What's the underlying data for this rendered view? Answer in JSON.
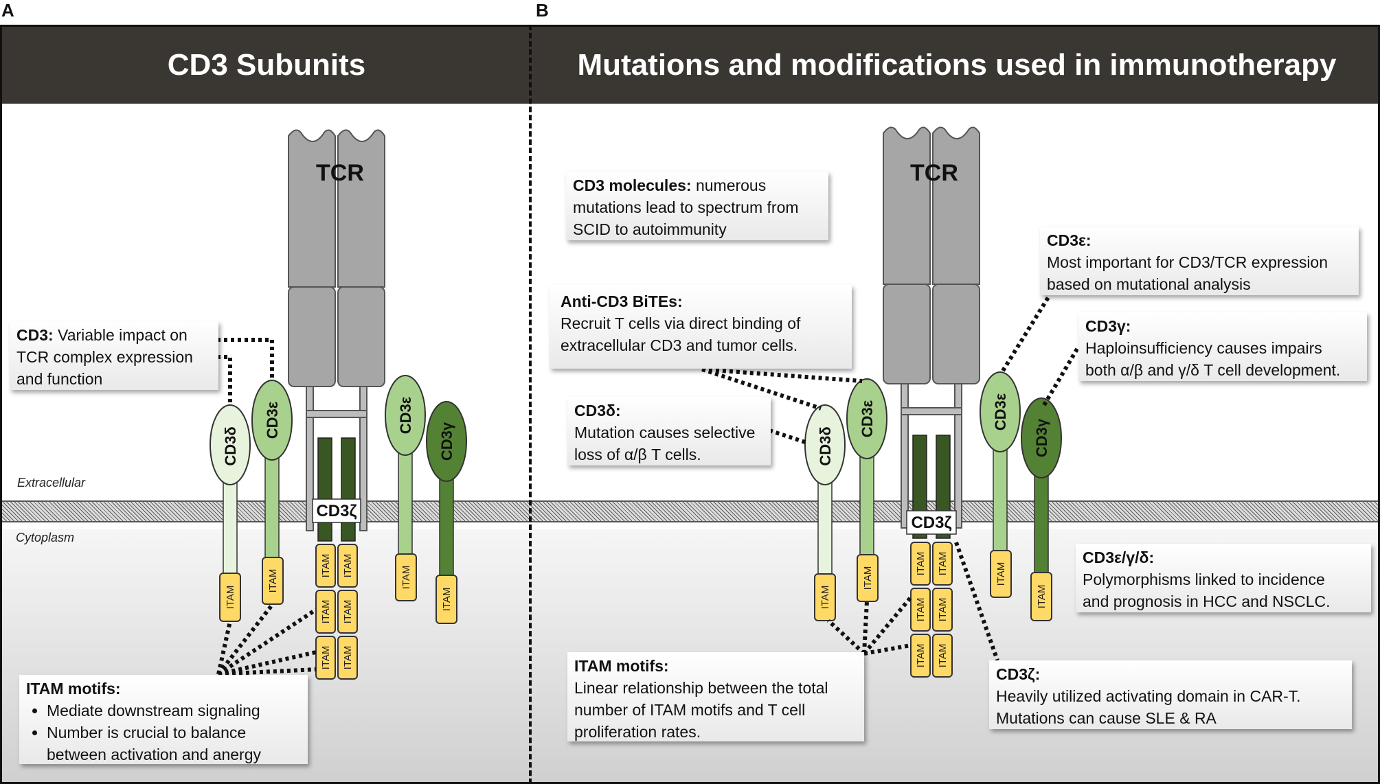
{
  "panels": {
    "a_letter": "A",
    "b_letter": "B",
    "a_title": "CD3 Subunits",
    "b_title": "Mutations and modifications used in immunotherapy"
  },
  "regions": {
    "extracellular": "Extracellular",
    "cytoplasm": "Cytoplasm"
  },
  "labels": {
    "tcr": "TCR",
    "cd3_delta": "CD3δ",
    "cd3_epsilon": "CD3ε",
    "cd3_gamma": "CD3γ",
    "cd3_zeta": "CD3ζ",
    "itam": "ITAM"
  },
  "panel_a": {
    "cd3_box": {
      "title": "CD3:",
      "text_1": " Variable impact on",
      "text_2": "TCR complex expression",
      "text_3": "and function"
    },
    "itam_box": {
      "title": "ITAM motifs:",
      "bullet_1": "Mediate downstream  signaling",
      "bullet_2": "Number is crucial to balance between activation and anergy"
    }
  },
  "panel_b": {
    "molecules_box": {
      "title": "CD3 molecules:",
      "text_1": " numerous",
      "text_2": "mutations lead to spectrum from",
      "text_3": "SCID to autoimmunity"
    },
    "bites_box": {
      "title": "Anti-CD3 BiTEs:",
      "text_1": "Recruit T cells via direct binding of",
      "text_2": "extracellular CD3 and tumor cells."
    },
    "delta_box": {
      "title": "CD3δ:",
      "text_1": "Mutation causes selective",
      "text_2": "loss of α/β T cells."
    },
    "itam_box": {
      "title": "ITAM motifs:",
      "text_1": "Linear relationship between the total",
      "text_2": "number of ITAM motifs and T cell",
      "text_3": "proliferation rates."
    },
    "epsilon_box": {
      "title": "CD3ε:",
      "text_1": "Most important for CD3/TCR expression",
      "text_2": "based on mutational analysis"
    },
    "gamma_box": {
      "title": "CD3γ:",
      "text_1": "Haploinsufficiency causes impairs",
      "text_2": "both α/β and γ/δ T cell development."
    },
    "egd_box": {
      "title": "CD3ε/γ/δ:",
      "text_1": "Polymorphisms linked to incidence",
      "text_2": "and prognosis in HCC and NSCLC."
    },
    "zeta_box": {
      "title": "CD3ζ:",
      "text_1": "Heavily utilized activating domain in CAR-T.",
      "text_2": "Mutations can cause SLE & RA"
    }
  },
  "colors": {
    "header": "#3a3733",
    "delta_fill": "#e8f3de",
    "epsilon_fill": "#a9d18e",
    "gamma_fill": "#548235",
    "zeta_fill": "#385723",
    "itam_fill": "#ffd966",
    "tcr_fill": "#a6a6a6"
  }
}
